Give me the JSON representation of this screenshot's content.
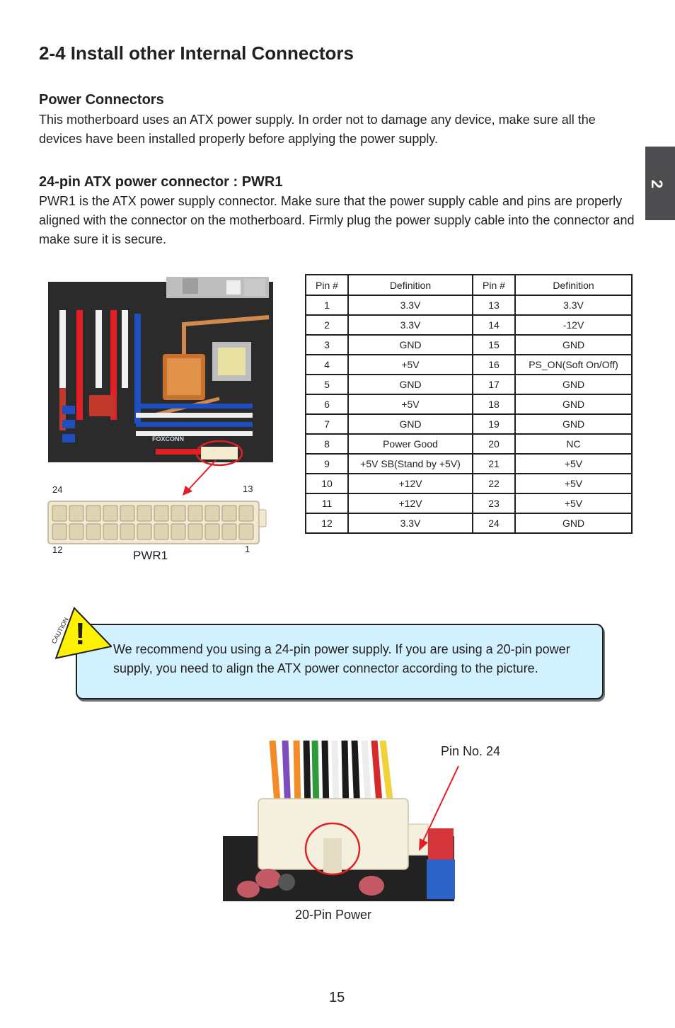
{
  "page": {
    "title": "2-4 Install other Internal Connectors",
    "chapter_tab": "2",
    "page_number": "15"
  },
  "power_connectors": {
    "heading": "Power Connectors",
    "text": "This motherboard uses an ATX power supply. In order not to damage any device, make sure all the devices have been installed properly before applying the power supply."
  },
  "pwr1": {
    "heading": "24-pin ATX power connector : PWR1",
    "text": "PWR1 is the ATX power supply connector. Make sure that the power supply cable and pins are properly aligned with the connector on the motherboard. Firmly plug the power supply cable into the connector and make sure it is secure.",
    "figure": {
      "label": "PWR1",
      "pin_24": "24",
      "pin_13": "13",
      "pin_12": "12",
      "pin_1": "1",
      "board_brand": "FOXCONN"
    }
  },
  "pin_table": {
    "headers": [
      "Pin #",
      "Definition",
      "Pin #",
      "Definition"
    ],
    "rows": [
      [
        "1",
        "3.3V",
        "13",
        "3.3V"
      ],
      [
        "2",
        "3.3V",
        "14",
        "-12V"
      ],
      [
        "3",
        "GND",
        "15",
        "GND"
      ],
      [
        "4",
        "+5V",
        "16",
        "PS_ON(Soft On/Off)"
      ],
      [
        "5",
        "GND",
        "17",
        "GND"
      ],
      [
        "6",
        "+5V",
        "18",
        "GND"
      ],
      [
        "7",
        "GND",
        "19",
        "GND"
      ],
      [
        "8",
        "Power Good",
        "20",
        "NC"
      ],
      [
        "9",
        "+5V SB(Stand by +5V)",
        "21",
        "+5V"
      ],
      [
        "10",
        "+12V",
        "22",
        "+5V"
      ],
      [
        "11",
        "+12V",
        "23",
        "+5V"
      ],
      [
        "12",
        "3.3V",
        "24",
        "GND"
      ]
    ]
  },
  "caution": {
    "label": "CAUTION",
    "symbol": "!",
    "text": "We recommend you using a 24-pin power supply. If you are using a 20-pin power supply, you need to align the ATX power connector according to the picture."
  },
  "photo20": {
    "pin_label": "Pin No. 24",
    "caption": "20-Pin Power"
  },
  "colors": {
    "caution_bg": "#d1f1fe",
    "caution_triangle": "#fff200",
    "highlight_red": "#e31e24",
    "tab_gray": "#4d4d4f"
  }
}
